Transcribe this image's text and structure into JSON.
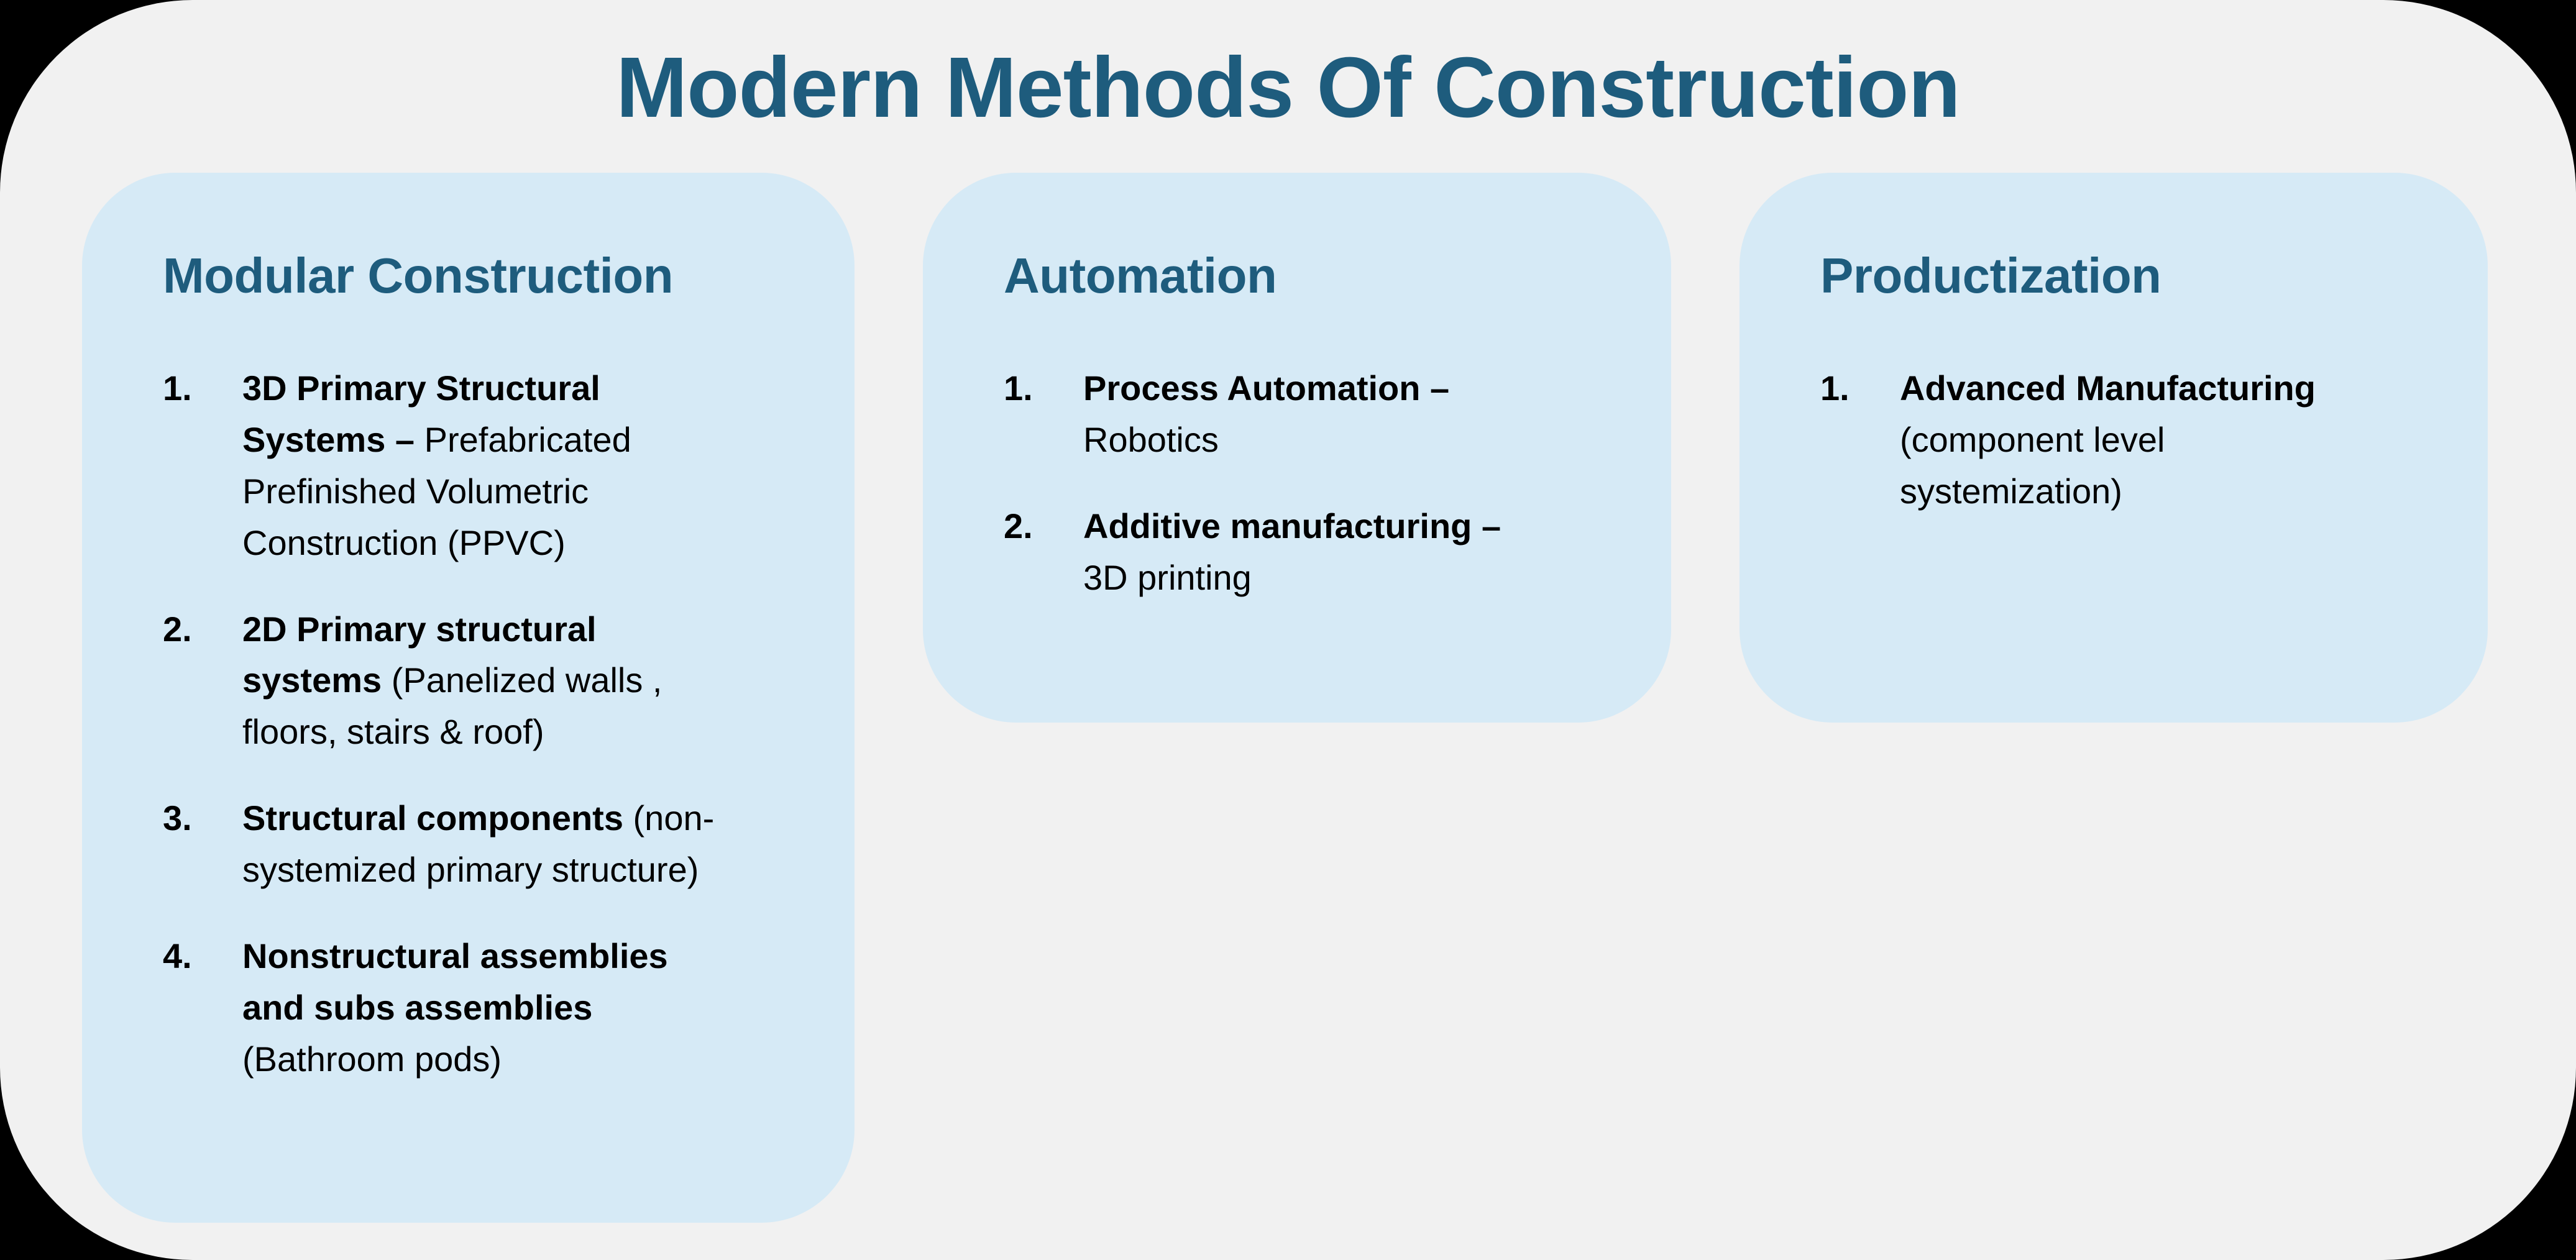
{
  "page": {
    "title": "Modern Methods Of Construction"
  },
  "colors": {
    "background": "#000000",
    "canvas": "#F1F1F1",
    "card": "#D6EAF6",
    "heading": "#1E5C7D",
    "body_text": "#000000"
  },
  "cards": [
    {
      "heading": "Modular Construction",
      "items": [
        {
          "number": "1.",
          "segments": [
            {
              "text": "3D Primary Structural Systems – ",
              "bold": true
            },
            {
              "text": "Prefabricated Prefinished Volumetric Construction (PPVC)",
              "bold": false
            }
          ]
        },
        {
          "number": "2.",
          "segments": [
            {
              "text": "2D Primary structural systems ",
              "bold": true
            },
            {
              "text": "(Panelized walls , floors, stairs & roof)",
              "bold": false
            }
          ]
        },
        {
          "number": "3.",
          "segments": [
            {
              "text": "Structural components ",
              "bold": true
            },
            {
              "text": "(non-systemized primary structure)",
              "bold": false
            }
          ]
        },
        {
          "number": "4.",
          "segments": [
            {
              "text": "Nonstructural assemblies and subs assemblies ",
              "bold": true
            },
            {
              "text": "(Bathroom pods)",
              "bold": false
            }
          ]
        }
      ]
    },
    {
      "heading": "Automation",
      "items": [
        {
          "number": "1.",
          "segments": [
            {
              "text": "Process Automation – ",
              "bold": true
            },
            {
              "text": "Robotics",
              "bold": false
            }
          ]
        },
        {
          "number": "2.",
          "segments": [
            {
              "text": "Additive manufacturing – ",
              "bold": true
            },
            {
              "text": "3D printing",
              "bold": false
            }
          ]
        }
      ]
    },
    {
      "heading": "Productization",
      "items": [
        {
          "number": "1.",
          "segments": [
            {
              "text": "Advanced Manufacturing ",
              "bold": true
            },
            {
              "text": "(component level systemization)",
              "bold": false
            }
          ]
        }
      ]
    }
  ]
}
